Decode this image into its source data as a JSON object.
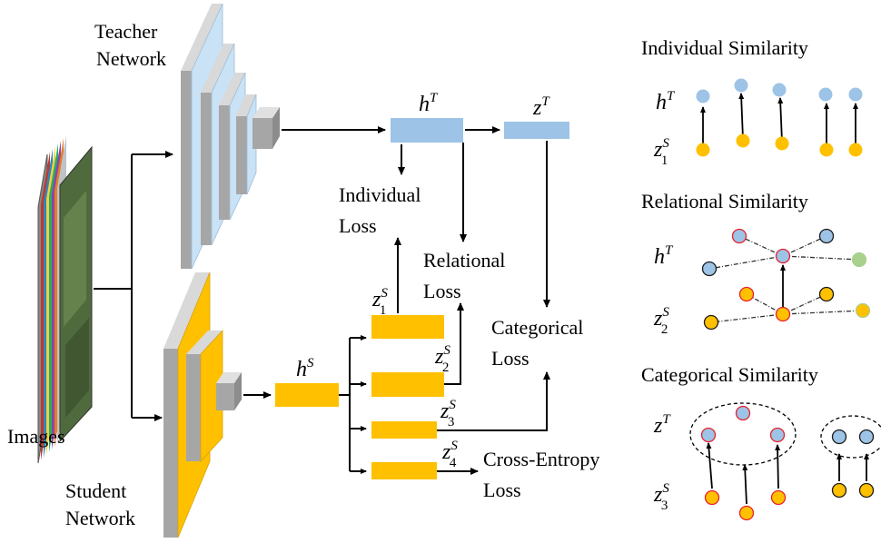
{
  "labels": {
    "teacher_network": [
      "Teacher",
      "Network"
    ],
    "student_network": [
      "Student",
      "Network"
    ],
    "images": "Images",
    "individual_loss": [
      "Individual",
      "Loss"
    ],
    "relational_loss": [
      "Relational",
      "Loss"
    ],
    "categorical_loss": [
      "Categorical",
      "Loss"
    ],
    "cross_entropy_loss": [
      "Cross-Entropy",
      "Loss"
    ]
  },
  "symbols": {
    "h": "h",
    "z": "z",
    "T": "T",
    "S": "S",
    "sub1": "1",
    "sub2": "2",
    "sub3": "3",
    "sub4": "4"
  },
  "panels": {
    "individual_title": "Individual Similarity",
    "relational_title": "Relational Similarity",
    "categorical_title": "Categorical Similarity"
  },
  "colors": {
    "teacher_face": "#c9e2f5",
    "teacher_side": "#a6a6a6",
    "student_face": "#ffc000",
    "student_side": "#a6a6a6",
    "feature_blue": "#9dc3e6",
    "feature_orange": "#ffc000",
    "dot_blue": "#9dc3e6",
    "dot_orange": "#ffc000",
    "dot_green": "#a9d18e",
    "outline_red": "#e8202a",
    "outline_dark": "#1a1a1a"
  }
}
